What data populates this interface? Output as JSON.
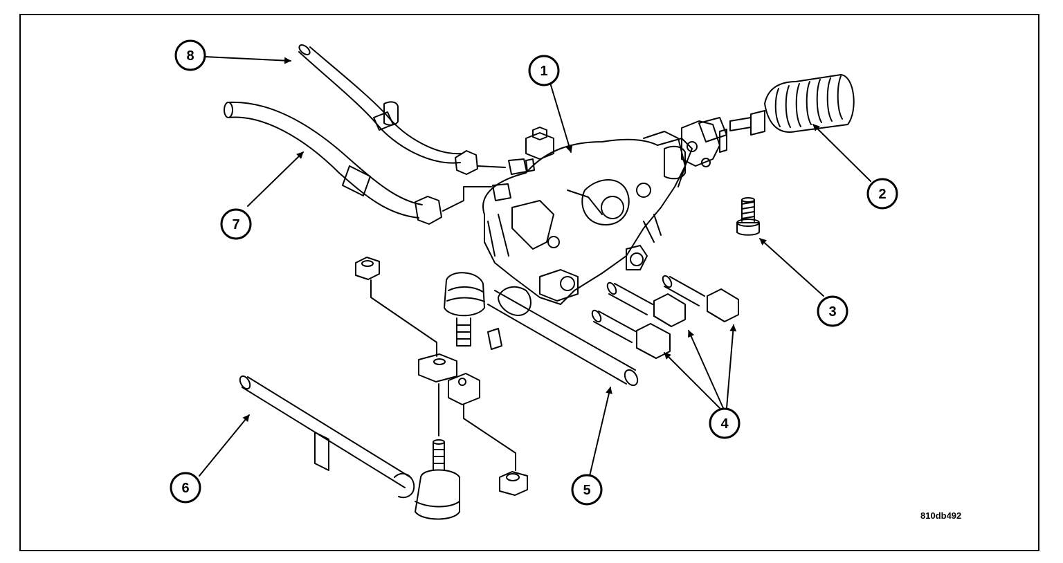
{
  "figure": {
    "reference_code": "810db492",
    "callouts": [
      {
        "id": "callout-1",
        "label": "1"
      },
      {
        "id": "callout-2",
        "label": "2"
      },
      {
        "id": "callout-3",
        "label": "3"
      },
      {
        "id": "callout-4",
        "label": "4"
      },
      {
        "id": "callout-5",
        "label": "5"
      },
      {
        "id": "callout-6",
        "label": "6"
      },
      {
        "id": "callout-7",
        "label": "7"
      },
      {
        "id": "callout-8",
        "label": "8"
      }
    ]
  },
  "colors": {
    "ink": "#000000",
    "paper": "#ffffff"
  }
}
